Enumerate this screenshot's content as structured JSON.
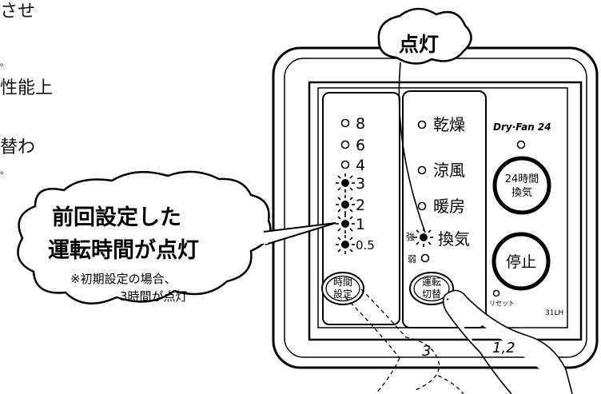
{
  "left_text": [
    "させ",
    "。",
    "性能上",
    "替わ",
    "。"
  ],
  "top_callout": "点灯",
  "left_callout": {
    "line1": "前回設定した",
    "line2": "運転時間が点灯",
    "note1": "※初期設定の場合、",
    "note2": "3時間が点灯"
  },
  "time_levels": [
    {
      "label": "8",
      "lit": false
    },
    {
      "label": "6",
      "lit": false
    },
    {
      "label": "4",
      "lit": false
    },
    {
      "label": "3",
      "lit": true
    },
    {
      "label": "2",
      "lit": true
    },
    {
      "label": "1",
      "lit": true
    },
    {
      "label": "0.5",
      "lit": true
    }
  ],
  "time_button": {
    "line1": "時間",
    "line2": "設定"
  },
  "modes": [
    "乾燥",
    "涼風",
    "暖房",
    "換気"
  ],
  "fan": {
    "strong": "強",
    "weak": "弱"
  },
  "mode_button": {
    "line1": "運転",
    "line2": "切替"
  },
  "brand": "Dry·Fan 24",
  "vent_button": {
    "line1": "24時間",
    "line2": "換気"
  },
  "stop_button": "停止",
  "reset_label": "リセット",
  "model": "31LH",
  "steps": {
    "left": "3",
    "right": "1,2"
  }
}
